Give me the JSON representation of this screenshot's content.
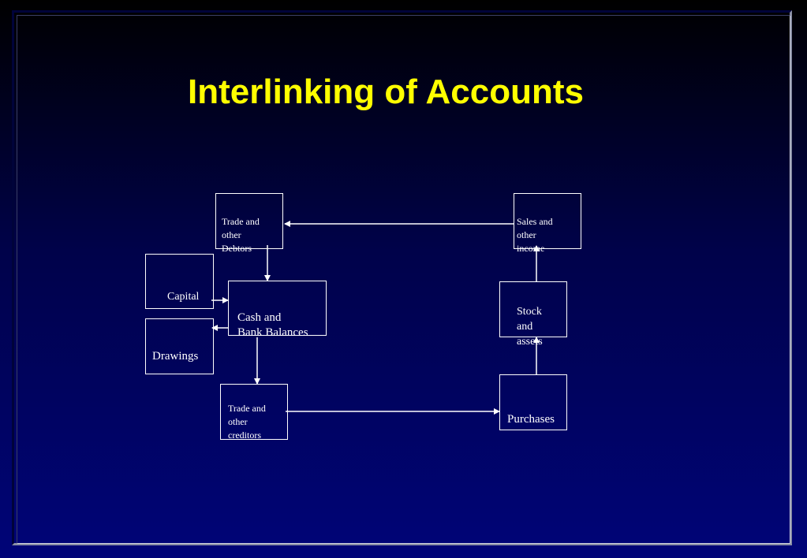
{
  "slide": {
    "title": "Interlinking of Accounts"
  },
  "nodes": {
    "trade_debtors": "Trade and\nother\nDebtors",
    "sales_income": "Sales and\nother\nincome",
    "capital": "Capital",
    "cash_bank": "Cash and\nBank Balances",
    "drawings": "Drawings",
    "stock_assets": "Stock\nand\nassets",
    "trade_creditors": "Trade and\nother\ncreditors",
    "purchases": "Purchases"
  },
  "colors": {
    "title": "#ffff00",
    "lines": "#ffffff",
    "background_top": "#000000",
    "background_bottom": "#000478"
  }
}
